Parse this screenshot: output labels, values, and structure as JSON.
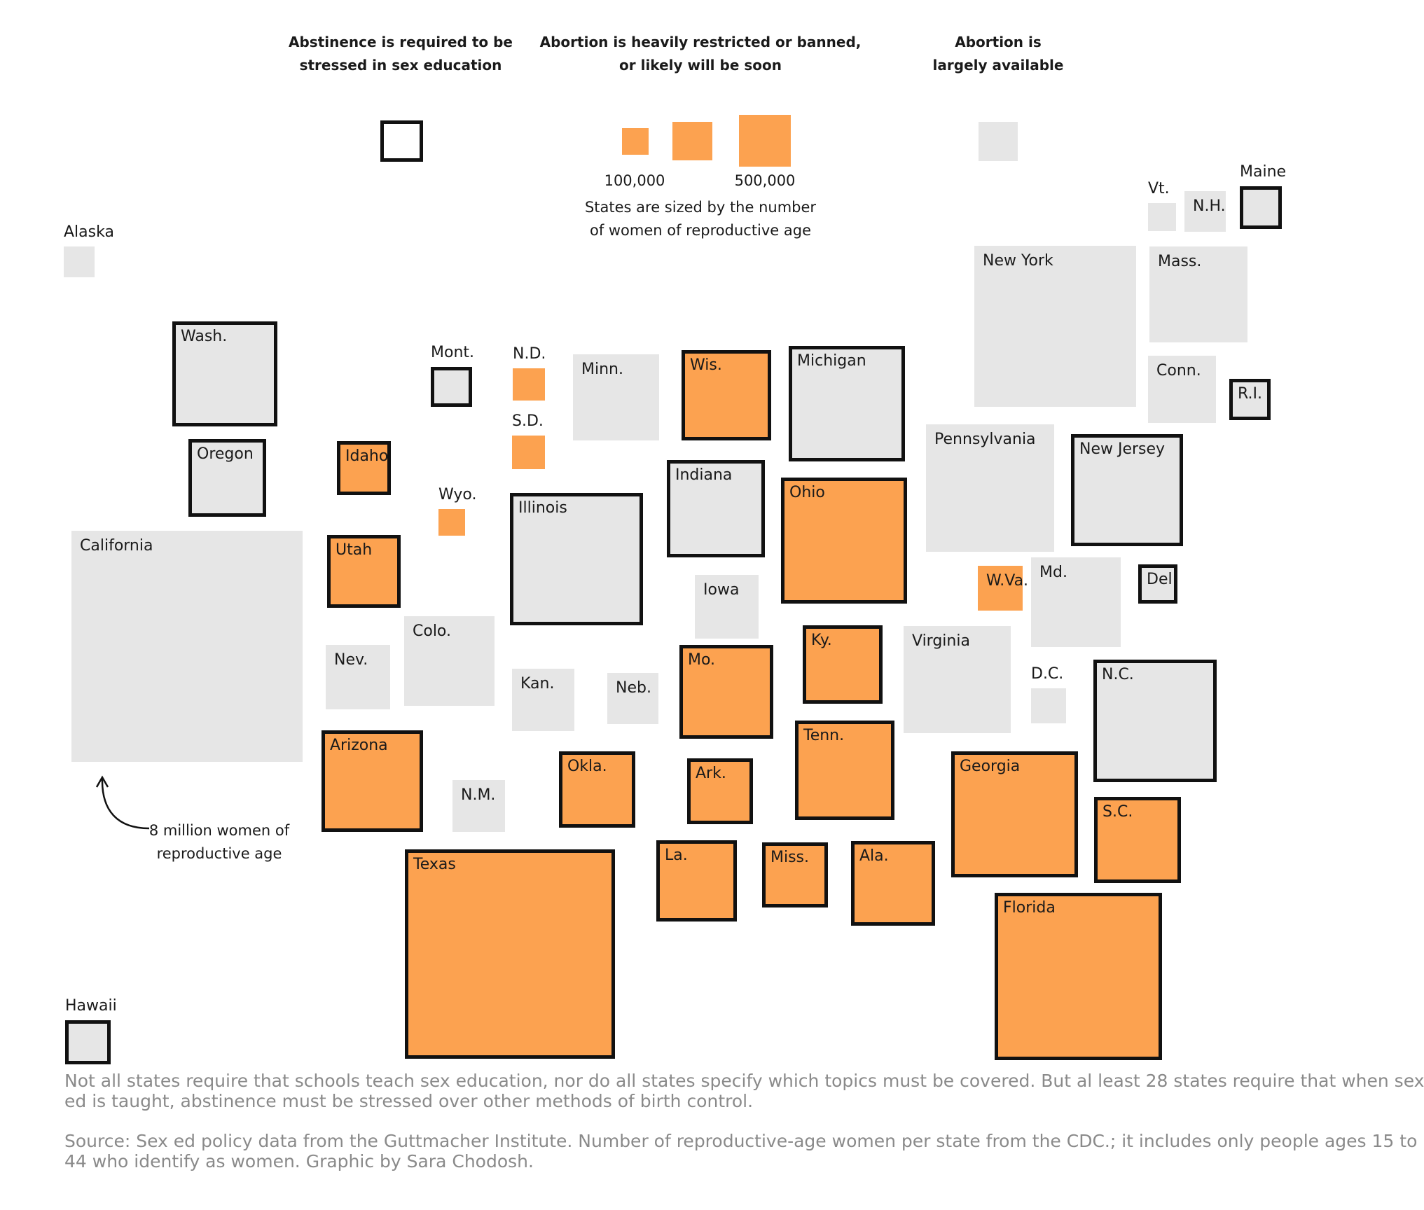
{
  "legend": {
    "abstinence": "Abstinence is required to be\nstressed in sex education",
    "restricted": "Abortion is heavily restricted or banned,\nor likely will be soon",
    "available": "Abortion is\nlargely available",
    "size_low": "100,000",
    "size_high": "500,000",
    "size_note": "States are sized by the number\nof women of reproductive age"
  },
  "annotation": "8 million women of\nreproductive age",
  "footnote": {
    "line1": "Not all states require that schools teach sex education, nor do all states specify which topics must be covered. But al least 28 states require that when sex",
    "line2": "ed is taught, abstinence must be stressed over other methods of birth control.",
    "line3": "Source: Sex ed policy data from the Guttmacher Institute. Number of reproductive-age women per state from the CDC.; it includes only people ages 15 to",
    "line4": "44 who identify as women. Graphic by Sara Chodosh."
  },
  "colors": {
    "restricted": "#fca250",
    "available": "#e6e6e6",
    "abstinence_border": "#111111",
    "note_text": "#8a8a8a"
  },
  "states": [
    {
      "label": "Alaska",
      "status": "available",
      "abstinence": false
    },
    {
      "label": "Hawaii",
      "status": "available",
      "abstinence": true
    },
    {
      "label": "Wash.",
      "status": "available",
      "abstinence": true
    },
    {
      "label": "Oregon",
      "status": "available",
      "abstinence": true
    },
    {
      "label": "California",
      "status": "available",
      "abstinence": false
    },
    {
      "label": "Idaho",
      "status": "restricted",
      "abstinence": true
    },
    {
      "label": "Utah",
      "status": "restricted",
      "abstinence": true
    },
    {
      "label": "Nev.",
      "status": "available",
      "abstinence": false
    },
    {
      "label": "Arizona",
      "status": "restricted",
      "abstinence": true
    },
    {
      "label": "Mont.",
      "status": "available",
      "abstinence": true
    },
    {
      "label": "Wyo.",
      "status": "restricted",
      "abstinence": false
    },
    {
      "label": "Colo.",
      "status": "available",
      "abstinence": false
    },
    {
      "label": "N.M.",
      "status": "available",
      "abstinence": false
    },
    {
      "label": "N.D.",
      "status": "restricted",
      "abstinence": false
    },
    {
      "label": "S.D.",
      "status": "restricted",
      "abstinence": false
    },
    {
      "label": "Kan.",
      "status": "available",
      "abstinence": false
    },
    {
      "label": "Okla.",
      "status": "restricted",
      "abstinence": true
    },
    {
      "label": "Texas",
      "status": "restricted",
      "abstinence": true
    },
    {
      "label": "Minn.",
      "status": "available",
      "abstinence": false
    },
    {
      "label": "Illinois",
      "status": "available",
      "abstinence": true
    },
    {
      "label": "Iowa",
      "status": "available",
      "abstinence": false
    },
    {
      "label": "Neb.",
      "status": "available",
      "abstinence": false
    },
    {
      "label": "Mo.",
      "status": "restricted",
      "abstinence": true
    },
    {
      "label": "Ark.",
      "status": "restricted",
      "abstinence": true
    },
    {
      "label": "La.",
      "status": "restricted",
      "abstinence": true
    },
    {
      "label": "Wis.",
      "status": "restricted",
      "abstinence": true
    },
    {
      "label": "Indiana",
      "status": "available",
      "abstinence": true
    },
    {
      "label": "Michigan",
      "status": "available",
      "abstinence": true
    },
    {
      "label": "Ohio",
      "status": "restricted",
      "abstinence": true
    },
    {
      "label": "Ky.",
      "status": "restricted",
      "abstinence": true
    },
    {
      "label": "Tenn.",
      "status": "restricted",
      "abstinence": true
    },
    {
      "label": "Miss.",
      "status": "restricted",
      "abstinence": true
    },
    {
      "label": "Ala.",
      "status": "restricted",
      "abstinence": true
    },
    {
      "label": "Pennsylvania",
      "status": "available",
      "abstinence": false
    },
    {
      "label": "W.Va.",
      "status": "restricted",
      "abstinence": false
    },
    {
      "label": "Virginia",
      "status": "available",
      "abstinence": false
    },
    {
      "label": "Georgia",
      "status": "restricted",
      "abstinence": true
    },
    {
      "label": "Florida",
      "status": "restricted",
      "abstinence": true
    },
    {
      "label": "New York",
      "status": "available",
      "abstinence": false
    },
    {
      "label": "Md.",
      "status": "available",
      "abstinence": false
    },
    {
      "label": "D.C.",
      "status": "available",
      "abstinence": false
    },
    {
      "label": "N.C.",
      "status": "available",
      "abstinence": true
    },
    {
      "label": "S.C.",
      "status": "restricted",
      "abstinence": true
    },
    {
      "label": "New Jersey",
      "status": "available",
      "abstinence": true
    },
    {
      "label": "Del",
      "status": "available",
      "abstinence": true
    },
    {
      "label": "Mass.",
      "status": "available",
      "abstinence": false
    },
    {
      "label": "Conn.",
      "status": "available",
      "abstinence": false
    },
    {
      "label": "R.I.",
      "status": "available",
      "abstinence": true
    },
    {
      "label": "Vt.",
      "status": "available",
      "abstinence": false
    },
    {
      "label": "N.H.",
      "status": "available",
      "abstinence": false
    },
    {
      "label": "Maine",
      "status": "available",
      "abstinence": true
    }
  ]
}
